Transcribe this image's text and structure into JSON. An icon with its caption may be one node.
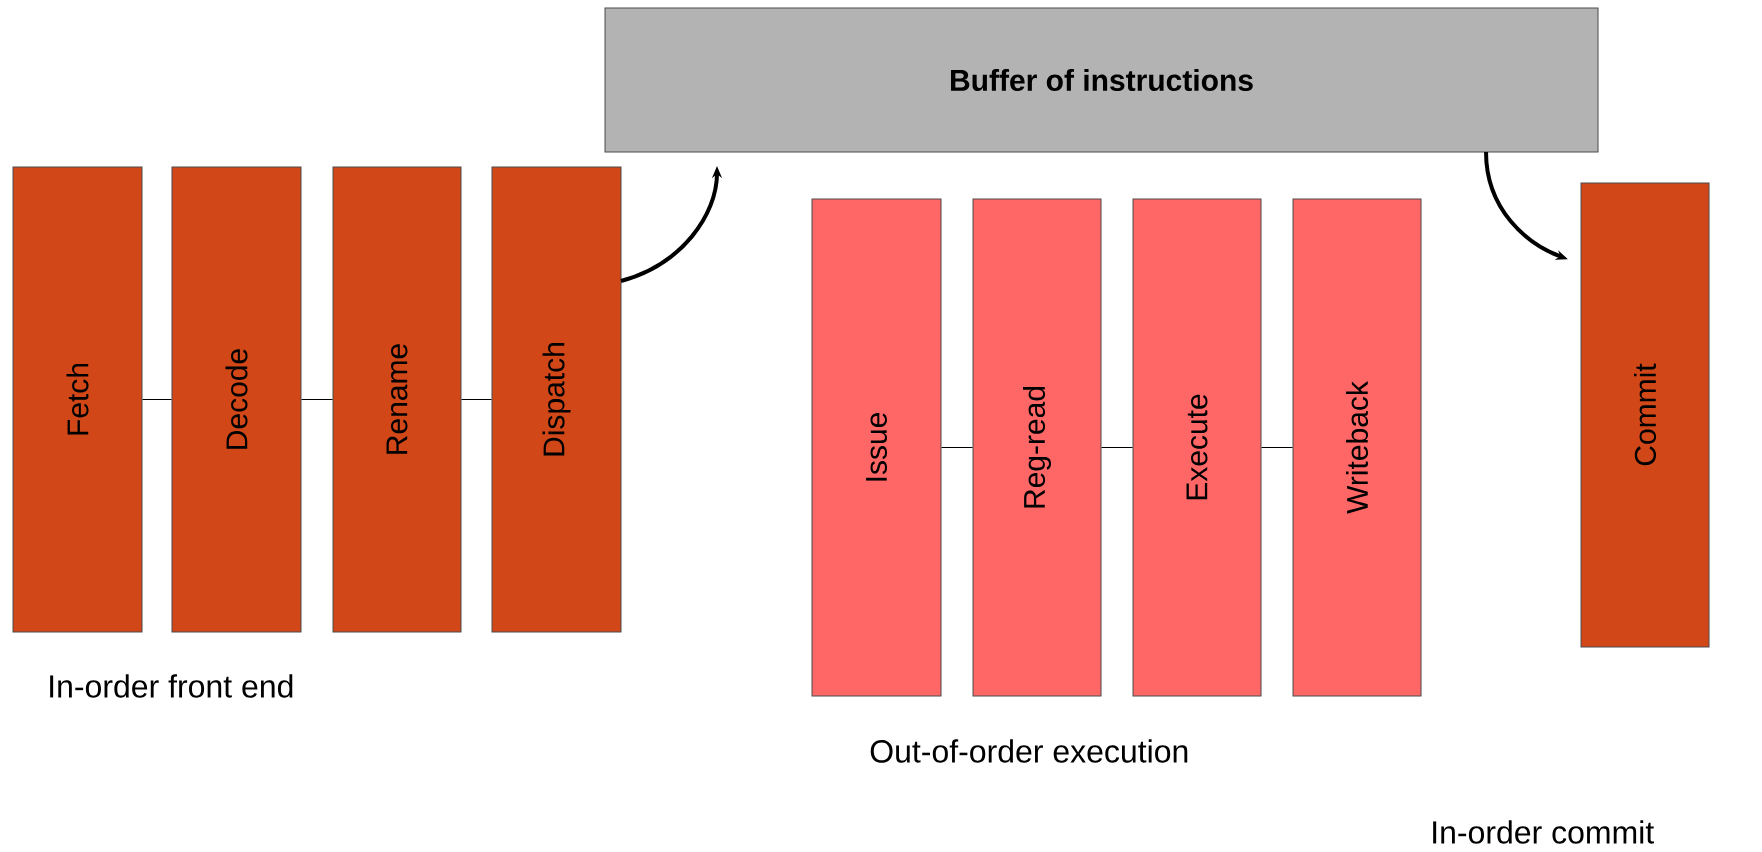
{
  "diagram": {
    "nodes": [
      {
        "text": [
          "Fetch"
        ]
      },
      {
        "text": [
          "Decode"
        ]
      },
      {
        "text": [
          "Rename"
        ]
      },
      {
        "text": [
          "Dispatch"
        ]
      },
      {
        "text": [
          "Buffer of instructions"
        ]
      },
      {
        "text": [
          "Issue"
        ]
      },
      {
        "text": [
          "Reg-read"
        ]
      },
      {
        "text": [
          "Execute"
        ]
      },
      {
        "text": [
          "Writeback"
        ]
      },
      {
        "text": [
          "Commit"
        ]
      }
    ],
    "edges": [
      {
        "from": 0,
        "to": 1,
        "arrow": "none"
      },
      {
        "from": 1,
        "to": 2,
        "arrow": "none"
      },
      {
        "from": 2,
        "to": 3,
        "arrow": "none"
      },
      {
        "from": 3,
        "to": 4,
        "arrow": "to",
        "style": "thick"
      },
      {
        "from": 5,
        "to": 6,
        "arrow": "none"
      },
      {
        "from": 6,
        "to": 7,
        "arrow": "none"
      },
      {
        "from": 7,
        "to": 8,
        "arrow": "none"
      },
      {
        "from": 4,
        "to": 9,
        "arrow": "to",
        "style": "thick"
      }
    ],
    "labels": [
      "In-order front end",
      "Out-of-order execution",
      "In-order commit"
    ]
  }
}
